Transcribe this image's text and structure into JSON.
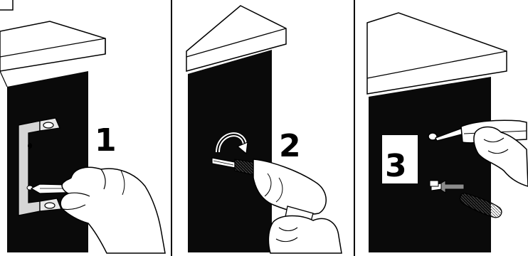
{
  "steps": [
    {
      "number": "1"
    },
    {
      "number": "2"
    },
    {
      "number": "3"
    }
  ],
  "colors": {
    "ink": "#000000",
    "panel": "#0a0a0a",
    "paper": "#ffffff",
    "bracket": "#d6d6d6",
    "skin": "#ffffff",
    "accent_arrow": "#8c8c8c"
  }
}
